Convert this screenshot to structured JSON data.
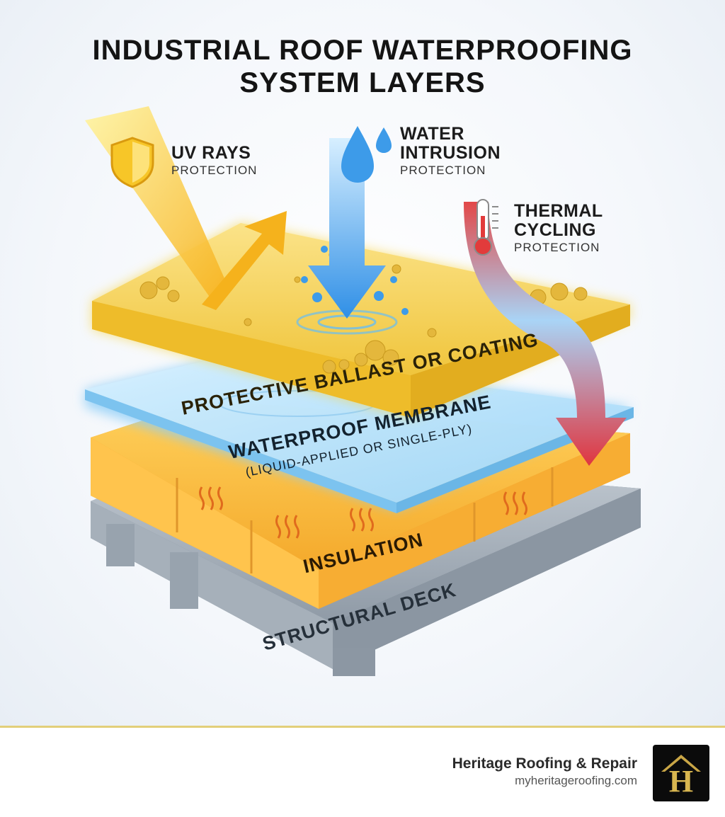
{
  "title": {
    "line1": "INDUSTRIAL ROOF WATERPROOFING",
    "line2": "SYSTEM LAYERS"
  },
  "threats": [
    {
      "main": "UV RAYS",
      "sub": "PROTECTION",
      "icon": "shield-icon"
    },
    {
      "main1": "WATER",
      "main2": "INTRUSION",
      "sub": "PROTECTION",
      "icon": "water-drop-icon"
    },
    {
      "main1": "THERMAL",
      "main2": "CYCLING",
      "sub": "PROTECTION",
      "icon": "thermometer-icon"
    }
  ],
  "layers": {
    "ballast": "PROTECTIVE BALLAST OR COATING",
    "membrane": "WATERPROOF MEMBRANE",
    "membrane_sub": "(LIQUID-APPLIED OR SINGLE-PLY)",
    "insulation": "INSULATION",
    "deck": "STRUCTURAL DECK"
  },
  "footer": {
    "company": "Heritage Roofing & Repair",
    "url": "myheritageroofing.com",
    "logo_letter": "H"
  },
  "colors": {
    "gold": "#f2c433",
    "amber": "#f5b335",
    "water_blue": "#3d9be9",
    "thermal_red": "#e23b3b",
    "steel": "#a3aeb9"
  }
}
